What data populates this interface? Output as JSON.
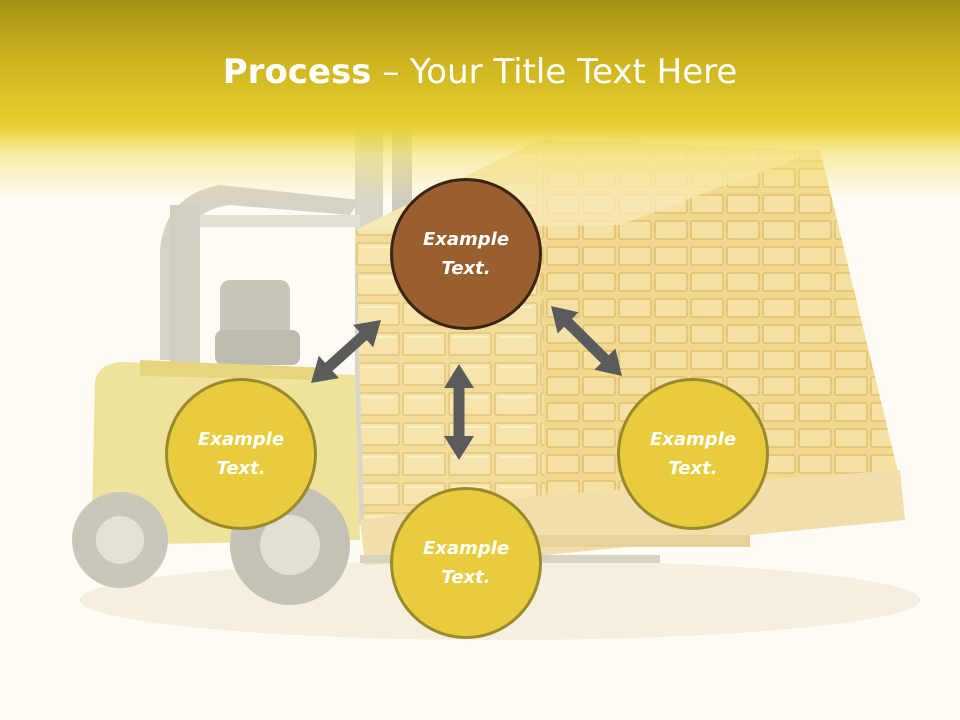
{
  "slide": {
    "title_bold": "Process",
    "title_rest": " – Your Title Text Here"
  },
  "diagram": {
    "nodes": [
      {
        "id": "top",
        "label": "Example Text.",
        "color": "#9a5f2f"
      },
      {
        "id": "left",
        "label": "Example Text.",
        "color": "#e8cc3e"
      },
      {
        "id": "right",
        "label": "Example Text.",
        "color": "#e8cc3e"
      },
      {
        "id": "bottom",
        "label": "Example Text.",
        "color": "#e8cc3e"
      }
    ],
    "arrow_color": "#5b5b5b",
    "arrows": [
      {
        "from": "top",
        "to": "left",
        "style": "double-headed"
      },
      {
        "from": "top",
        "to": "right",
        "style": "double-headed"
      },
      {
        "from": "top",
        "to": "bottom",
        "style": "double-headed"
      }
    ]
  },
  "background": {
    "subject": "forklift-with-pallet-of-gold-bars",
    "accent": "#e8cf2c"
  }
}
